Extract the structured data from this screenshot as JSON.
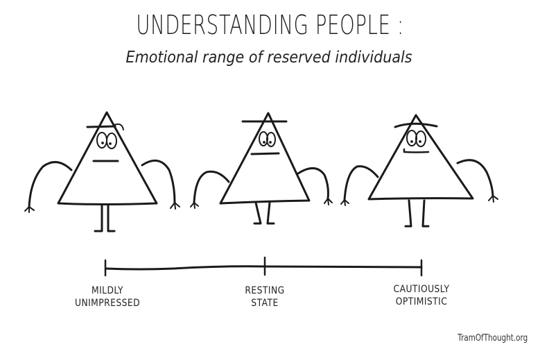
{
  "title": "UNDERSTANDING PEOPLE :",
  "subtitle": "Emotional range of reserved individuals",
  "characters": [
    {
      "name": "mildly-unimpressed-figure",
      "mouth": "flat"
    },
    {
      "name": "resting-state-figure",
      "mouth": "flat"
    },
    {
      "name": "cautiously-optimistic-figure",
      "mouth": "slight-smile"
    }
  ],
  "scale": {
    "labels": [
      {
        "line1": "MILDLY",
        "line2": "UNIMPRESSED"
      },
      {
        "line1": "RESTING",
        "line2": "STATE"
      },
      {
        "line1": "CAUTIOUSLY",
        "line2": "OPTIMISTIC"
      }
    ]
  },
  "credit": "TramOfThought.org"
}
